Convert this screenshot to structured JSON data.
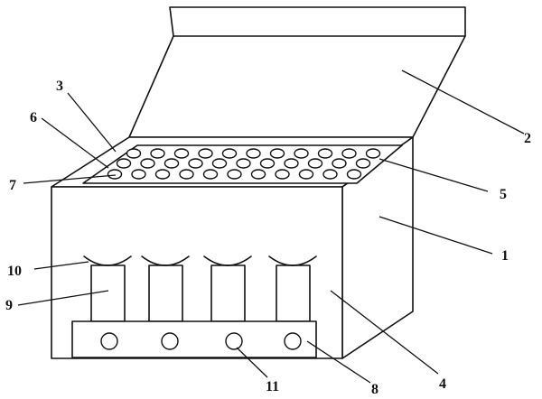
{
  "labels": {
    "n1": "1",
    "n2": "2",
    "n3": "3",
    "n4": "4",
    "n5": "5",
    "n6": "6",
    "n7": "7",
    "n8": "8",
    "n9": "9",
    "n10": "10",
    "n11": "11"
  },
  "holes": {
    "rows": 3,
    "cols": 11
  },
  "vials": 4,
  "base_holes": 4
}
